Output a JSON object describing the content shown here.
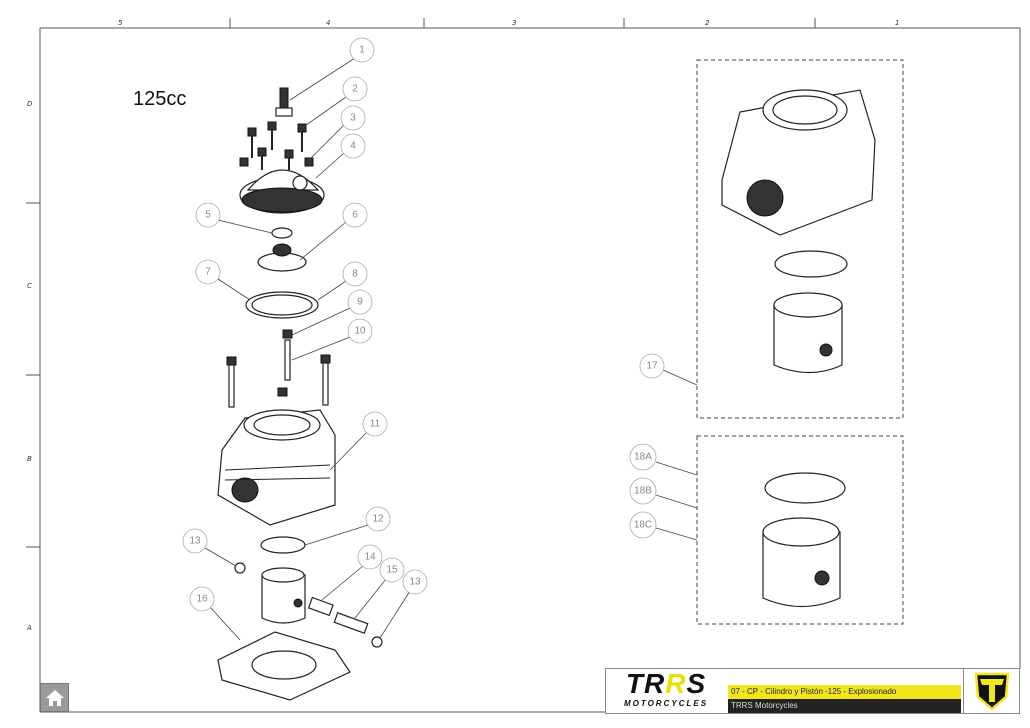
{
  "sheet": {
    "label": "125cc",
    "column_zones": [
      "5",
      "4",
      "3",
      "2",
      "1"
    ],
    "row_zones": [
      "D",
      "C",
      "B",
      "A"
    ]
  },
  "callouts": [
    "1",
    "2",
    "3",
    "4",
    "5",
    "6",
    "7",
    "8",
    "9",
    "10",
    "11",
    "12",
    "13",
    "14",
    "15",
    "13",
    "16",
    "17",
    "18A",
    "18B",
    "18C"
  ],
  "title_block": {
    "logo_text": "TRRS",
    "logo_subtext": "MOTORCYCLES",
    "title": "07 - CP - Cilindro y Pistón -125 - Explosionado",
    "company": "TRRS Motorcycles"
  },
  "colors": {
    "brand_yellow": "#f4e61c",
    "brand_black": "#222222"
  },
  "home_icon": "home-icon"
}
